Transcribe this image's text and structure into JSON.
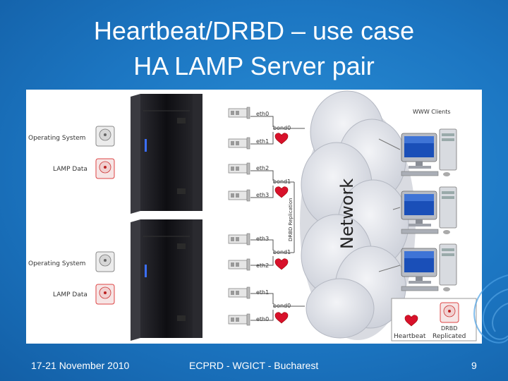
{
  "slide": {
    "title_line1": "Heartbeat/DRBD – use case",
    "title_line2": "HA LAMP Server pair",
    "footer_date": "17-21 November 2010",
    "footer_event": "ECPRD - WGICT - Bucharest",
    "page_number": "9"
  },
  "diagram": {
    "servers": [
      {
        "os_label": "Operating System",
        "data_label": "LAMP Data"
      },
      {
        "os_label": "Operating System",
        "data_label": "LAMP Data"
      }
    ],
    "server1_ifaces": [
      "eth0",
      "bond0",
      "eth1",
      "eth2",
      "bond1",
      "eth3"
    ],
    "server2_ifaces": [
      "eth3",
      "bond1",
      "eth2",
      "eth1",
      "bond0",
      "eth0"
    ],
    "drbd_link_label": "DRBD Replication",
    "network_label": "Network",
    "clients_label": "WWW Clients",
    "legend": {
      "heartbeat": "Heartbeat",
      "drbd_line1": "DRBD",
      "drbd_line2": "Replicated"
    }
  },
  "colors": {
    "background": "#1c76c2",
    "heart": "#d8112b",
    "cloud": "#d9dce4",
    "server": "#1b1b1f"
  }
}
